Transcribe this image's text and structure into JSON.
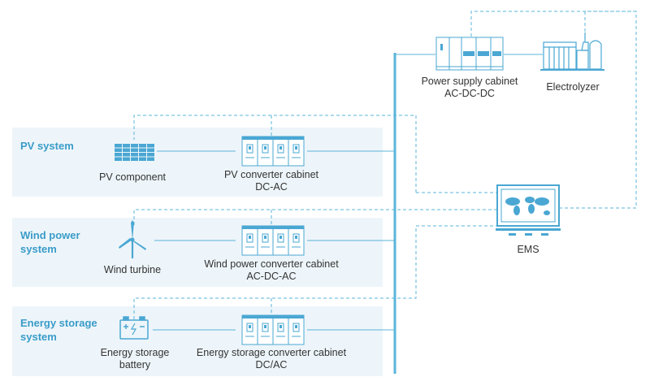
{
  "colors": {
    "line": "#5bb4da",
    "icon": "#4aa7d3",
    "panel": "#edf5fa",
    "title": "#3a9cc8",
    "text": "#333333"
  },
  "systems": {
    "pv": {
      "title": "PV system",
      "component": "PV component",
      "converter_line1": "PV converter cabinet",
      "converter_line2": "DC-AC"
    },
    "wind": {
      "title_line1": "Wind power",
      "title_line2": "system",
      "component": "Wind turbine",
      "converter_line1": "Wind power converter cabinet",
      "converter_line2": "AC-DC-AC"
    },
    "storage": {
      "title_line1": "Energy storage",
      "title_line2": "system",
      "component_line1": "Energy storage",
      "component_line2": "battery",
      "converter_line1": "Energy storage converter cabinet",
      "converter_line2": "DC/AC"
    }
  },
  "power_supply": {
    "label_line1": "Power supply cabinet",
    "label_line2": "AC-DC-DC"
  },
  "electrolyzer": {
    "label": "Electrolyzer"
  },
  "ems": {
    "label": "EMS"
  },
  "icons": [
    "solar-panel-icon",
    "converter-cabinet-icon",
    "wind-turbine-icon",
    "battery-icon",
    "power-supply-cabinet-icon",
    "electrolyzer-icon",
    "monitor-icon"
  ]
}
